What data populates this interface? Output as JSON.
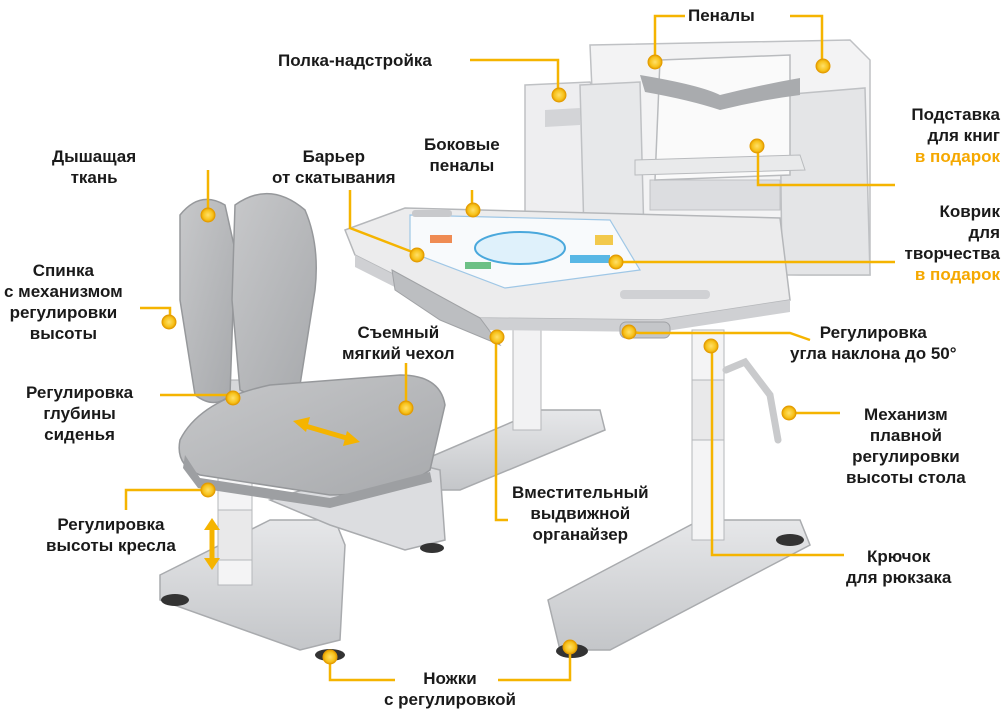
{
  "colors": {
    "accent": "#f5b400",
    "dot": "#f7c21a",
    "furniture": "#d9dadc",
    "furniture_dark": "#a9abae",
    "text": "#1a1a1a"
  },
  "icons": [
    "callout-dot-icon",
    "double-arrow-icon"
  ],
  "labels": {
    "penaly": [
      "Пеналы"
    ],
    "polka": [
      "Полка-надстройка"
    ],
    "bokovye": [
      "Боковые",
      "пеналы"
    ],
    "barier": [
      "Барьер",
      "от скатывания"
    ],
    "tkan": [
      "Дышащая",
      "ткань"
    ],
    "podstavka": [
      "Подставка",
      "для книг"
    ],
    "podstavka_gift": "в подарок",
    "kovrik": [
      "Коврик",
      "для",
      "творчества"
    ],
    "kovrik_gift": "в подарок",
    "spinka": [
      "Спинка",
      "с механизмом",
      "регулировки",
      "высоты"
    ],
    "chehol": [
      "Съемный",
      "мягкий чехол"
    ],
    "ugol": [
      "Регулировка",
      "угла наклона до 50°"
    ],
    "glubina": [
      "Регулировка",
      "глубины",
      "сиденья"
    ],
    "mehanizm": [
      "Механизм",
      "плавной",
      "регулировки",
      "высоты стола"
    ],
    "organizer": [
      "Вместительный",
      "выдвижной",
      "органайзер"
    ],
    "kreslo": [
      "Регулировка",
      "высоты кресла"
    ],
    "kryuchok": [
      "Крючок",
      "для рюкзака"
    ],
    "nozhki": [
      "Ножки",
      "с регулировкой"
    ]
  }
}
